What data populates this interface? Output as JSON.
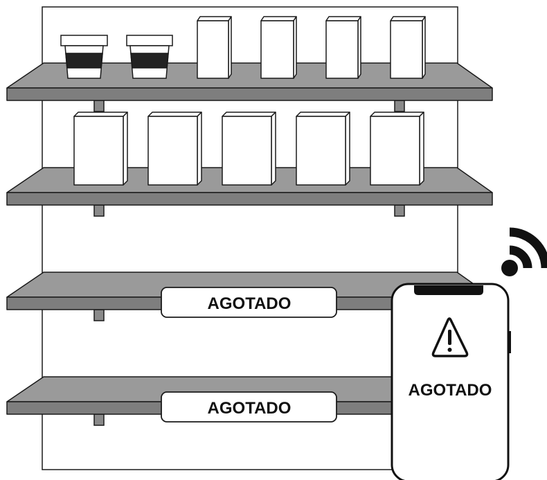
{
  "shelves": [
    {
      "name": "shelf-1",
      "label": ""
    },
    {
      "name": "shelf-2",
      "label": ""
    },
    {
      "name": "shelf-3",
      "label": "AGOTADO"
    },
    {
      "name": "shelf-4",
      "label": "AGOTADO"
    }
  ],
  "phone": {
    "alert_text": "AGOTADO",
    "alert_icon": "warning-triangle-icon",
    "signal_icon": "wifi-signal-icon"
  },
  "products": {
    "cups_count": 2,
    "top_boxes_count": 4,
    "second_shelf_boxes_count": 5
  },
  "colors": {
    "shelf_fill": "#9a9a9a",
    "shelf_front": "#7e7e7e",
    "outline": "#1a1a1a",
    "cup_band": "#222222"
  }
}
